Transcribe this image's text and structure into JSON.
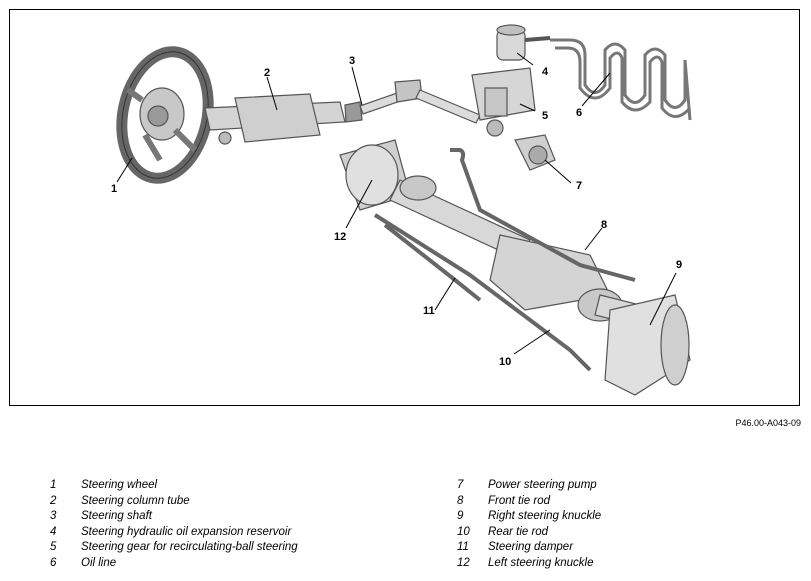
{
  "figure": {
    "code": "P46.00-A043-09",
    "callouts": [
      {
        "number": "1"
      },
      {
        "number": "2"
      },
      {
        "number": "3"
      },
      {
        "number": "4"
      },
      {
        "number": "5"
      },
      {
        "number": "6"
      },
      {
        "number": "7"
      },
      {
        "number": "8"
      },
      {
        "number": "9"
      },
      {
        "number": "10"
      },
      {
        "number": "11"
      },
      {
        "number": "12"
      }
    ]
  },
  "legend": [
    {
      "number": "1",
      "label": "Steering wheel"
    },
    {
      "number": "2",
      "label": "Steering column tube"
    },
    {
      "number": "3",
      "label": "Steering shaft"
    },
    {
      "number": "4",
      "label": "Steering hydraulic oil expansion reservoir"
    },
    {
      "number": "5",
      "label": "Steering gear for recirculating-ball steering"
    },
    {
      "number": "6",
      "label": "Oil line"
    },
    {
      "number": "7",
      "label": "Power steering pump"
    },
    {
      "number": "8",
      "label": "Front tie rod"
    },
    {
      "number": "9",
      "label": "Right steering knuckle"
    },
    {
      "number": "10",
      "label": "Rear tie rod"
    },
    {
      "number": "11",
      "label": "Steering damper"
    },
    {
      "number": "12",
      "label": "Left steering knuckle"
    }
  ]
}
